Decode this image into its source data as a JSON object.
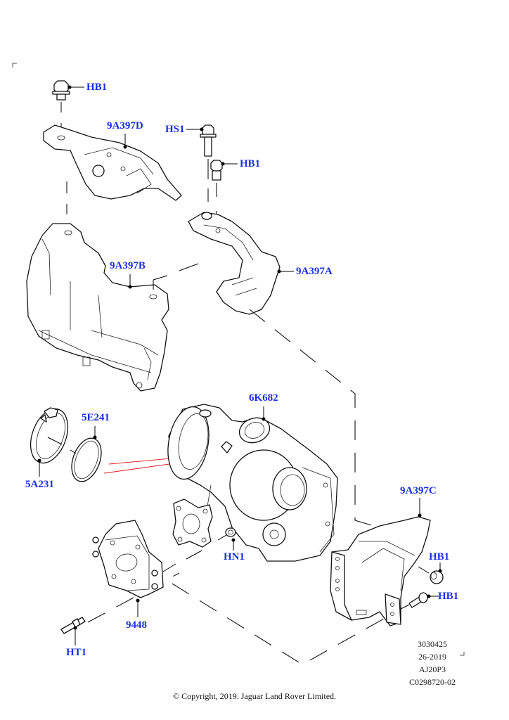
{
  "diagram": {
    "callouts": {
      "hb1_top": "HB1",
      "part_9a397d": "9A397D",
      "hs1": "HS1",
      "hb1_mid": "HB1",
      "part_9a397b": "9A397B",
      "part_9a397a": "9A397A",
      "part_6k682": "6K682",
      "part_5e241": "5E241",
      "part_5a231": "5A231",
      "part_9a397c": "9A397C",
      "hb1_right_upper": "HB1",
      "hb1_right_lower": "HB1",
      "hn1": "HN1",
      "part_9448": "9448",
      "ht1": "HT1"
    },
    "reference": {
      "line1": "3030425",
      "line2": "26-2019",
      "line3": "AJ20P3",
      "line4": "C0298720-02"
    },
    "copyright": "© Copyright, 2019. Jaguar Land Rover Limited.",
    "colors": {
      "callout_text": "#1a2ee6",
      "line_art": "#111111",
      "highlight_line": "#e01b1b"
    }
  }
}
